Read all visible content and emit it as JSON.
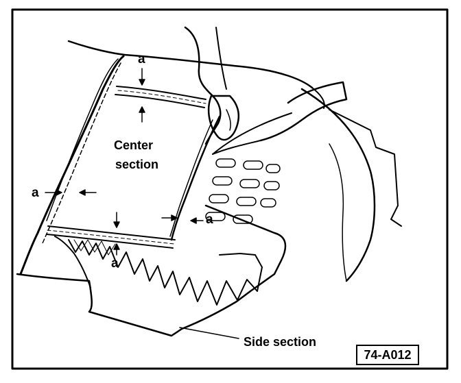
{
  "labels": {
    "center_line1": "Center",
    "center_line2": "section",
    "side": "Side section",
    "dim_top": "a",
    "dim_left": "a",
    "dim_right": "a",
    "dim_bottom": "a"
  },
  "figure_code": "74-A012",
  "colors": {
    "ink": "#000000",
    "paper": "#ffffff"
  }
}
